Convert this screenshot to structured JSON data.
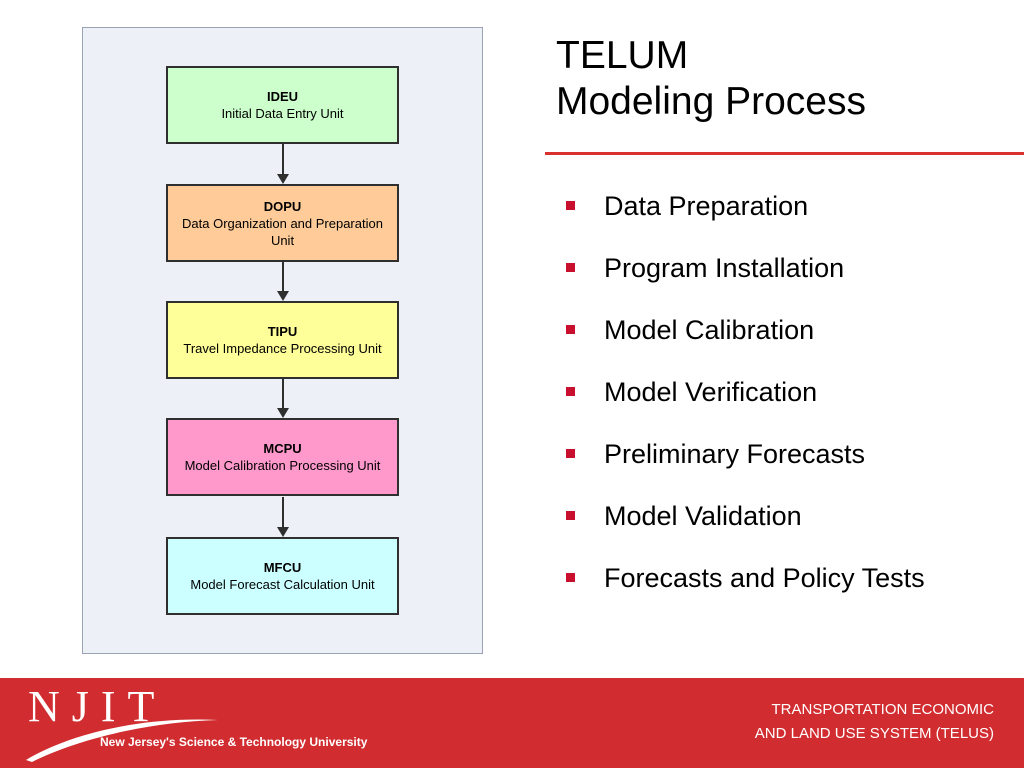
{
  "slide": {
    "title_line1": "TELUM",
    "title_line2": "Modeling Process",
    "accent_color": "#d12c2f"
  },
  "flowchart": {
    "boxes": [
      {
        "abbr": "IDEU",
        "desc": "Initial Data Entry Unit",
        "color": "#ccffcc"
      },
      {
        "abbr": "DOPU",
        "desc": "Data Organization and Preparation Unit",
        "color": "#ffcc99"
      },
      {
        "abbr": "TIPU",
        "desc": "Travel Impedance Processing Unit",
        "color": "#ffff99"
      },
      {
        "abbr": "MCPU",
        "desc": "Model Calibration Processing Unit",
        "color": "#ff99cc"
      },
      {
        "abbr": "MFCU",
        "desc": "Model Forecast Calculation Unit",
        "color": "#ccffff"
      }
    ]
  },
  "bullets": [
    "Data Preparation",
    "Program Installation",
    "Model Calibration",
    "Model Verification",
    "Preliminary Forecasts",
    "Model Validation",
    "Forecasts and Policy Tests"
  ],
  "footer": {
    "logo_letters": "NJIT",
    "logo_tagline": "New Jersey's Science & Technology University",
    "line1": "TRANSPORTATION ECONOMIC",
    "line2": "AND LAND USE SYSTEM (TELUS)"
  }
}
